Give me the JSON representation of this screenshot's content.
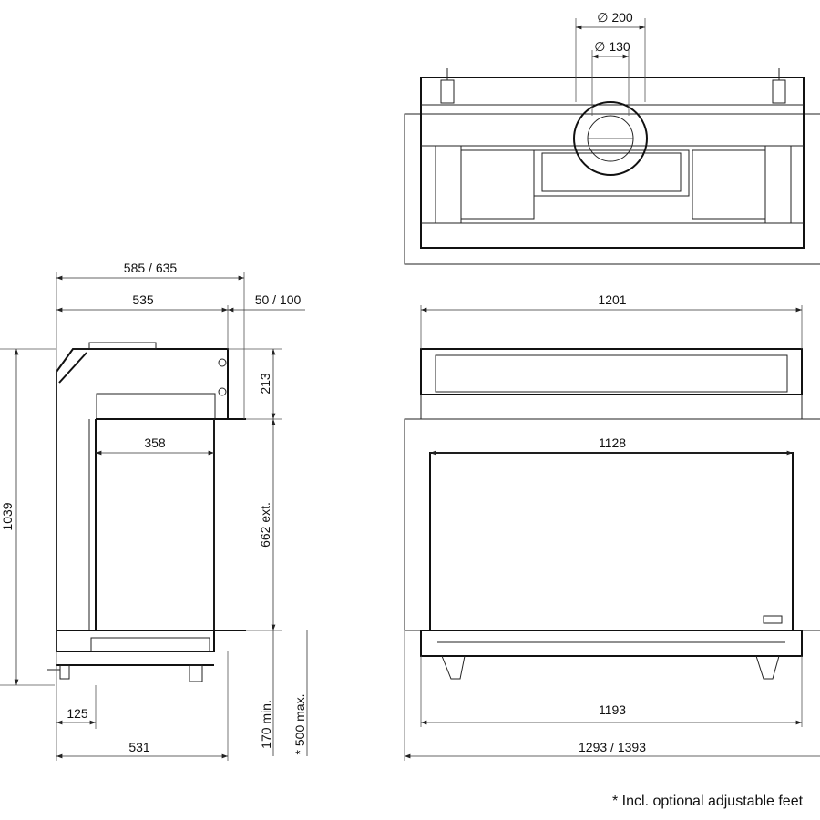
{
  "top_view": {
    "flue_outer": "∅ 200",
    "flue_inner": "∅ 130"
  },
  "side_view": {
    "overall_depth": "585 / 635",
    "body_depth": "535",
    "frame_offset": "50 / 100",
    "top_height": "213",
    "firebox_depth": "358",
    "total_height": "1039",
    "glass_height": "662 ext.",
    "foot_offset": "125",
    "base_depth": "531",
    "min_height": "170 min.",
    "max_height": "* 500 max."
  },
  "front_view": {
    "top_width": "1201",
    "glass_width": "1128",
    "base_width": "1193",
    "frame_width": "1293 / 1393"
  },
  "footnote": "* Incl. optional adjustable feet"
}
